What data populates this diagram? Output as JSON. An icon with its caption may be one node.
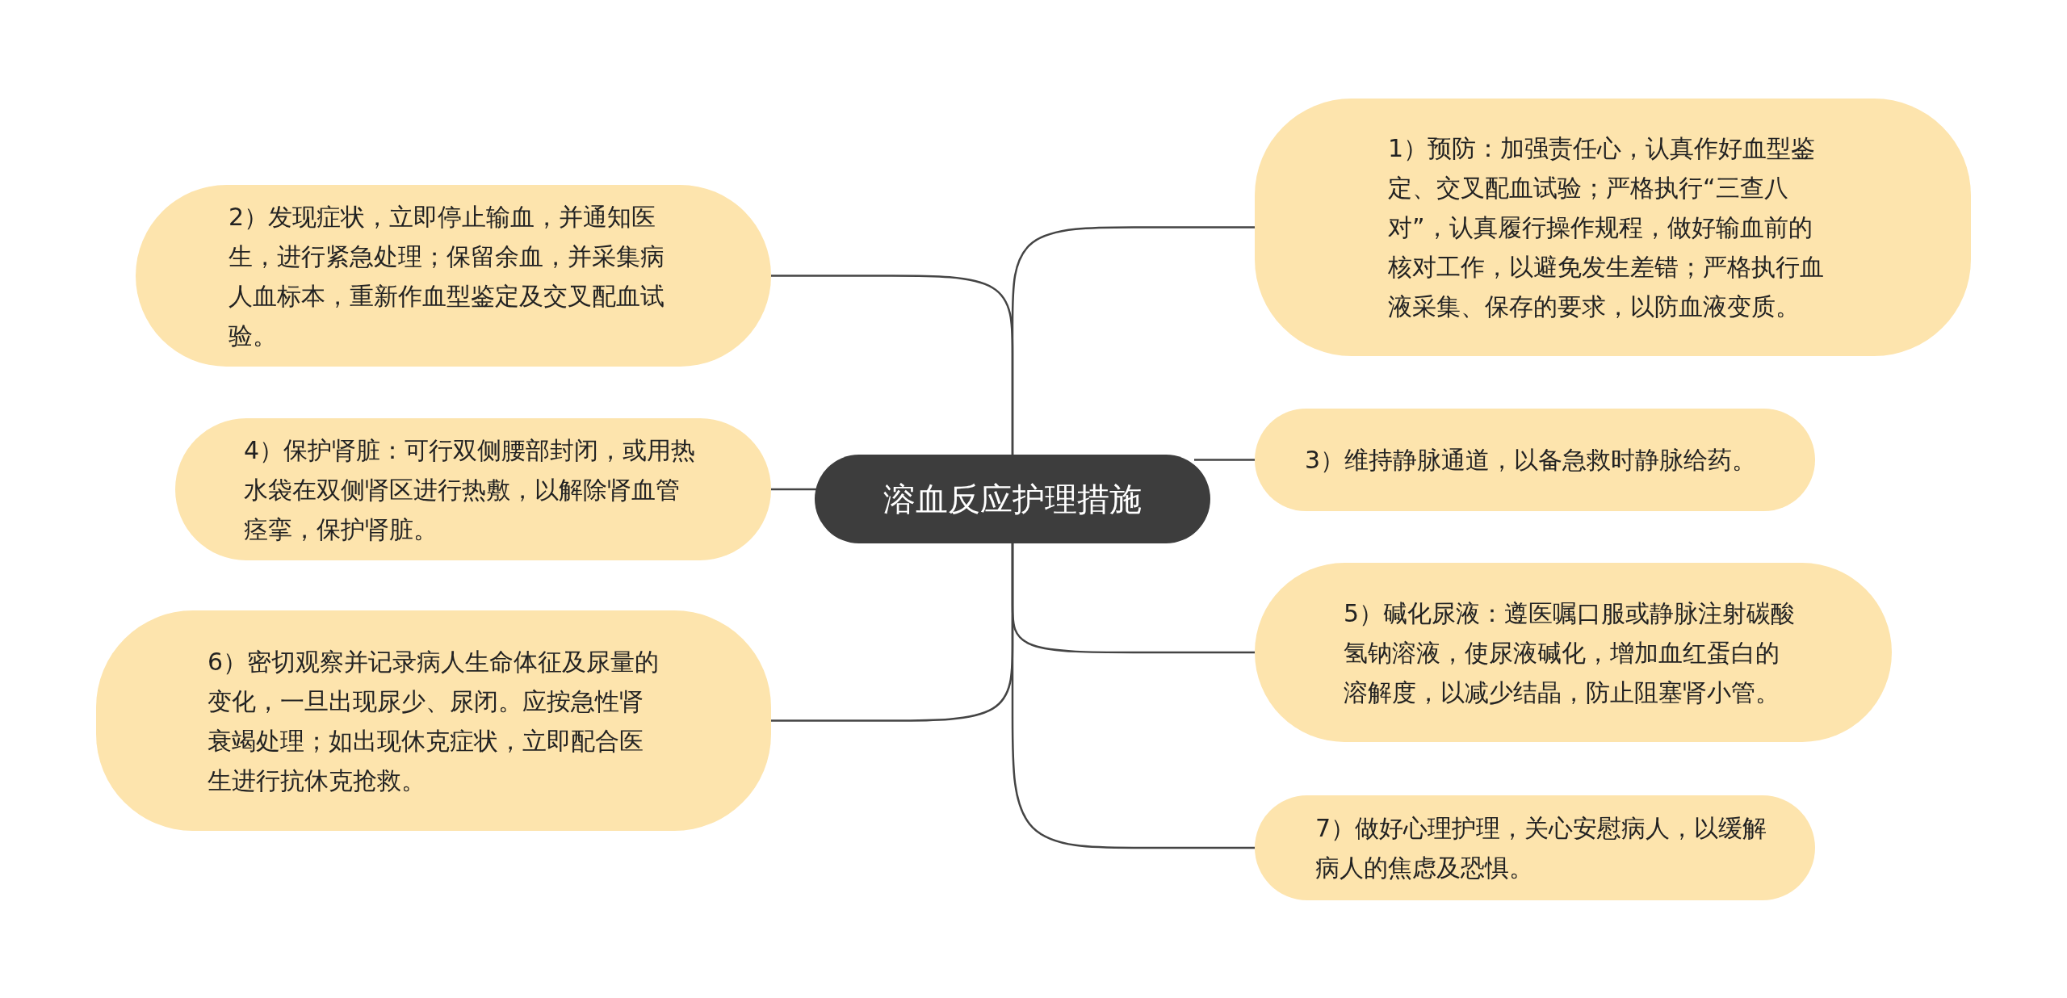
{
  "diagram": {
    "nodes": [
      {
        "text": [
          "溶血反应护理措施"
        ]
      },
      {
        "text": [
          "1）预防：加强责任心，认真作好血型鉴定、交叉配血试验；严格执行“三查八对”，认真履行操作规程，做好输血前的核对工作，以避免发生差错；严格执行血液采集、保存的要求，以防血液变质。"
        ]
      },
      {
        "text": [
          "2）发现症状，立即停止输血，并通知医生，进行紧急处理；保留余血，并采集病人血标本，重新作血型鉴定及交叉配血试验。"
        ]
      },
      {
        "text": [
          "3）维持静脉通道，以备急救时静脉给药。"
        ]
      },
      {
        "text": [
          "4）保护肾脏：可行双侧腰部封闭，或用热水袋在双侧肾区进行热敷，以解除肾血管痉挛，保护肾脏。"
        ]
      },
      {
        "text": [
          "5）碱化尿液：遵医嘱口服或静脉注射碳酸氢钠溶液，使尿液碱化，增加血红蛋白的溶解度，以减少结晶，防止阻塞肾小管。"
        ]
      },
      {
        "text": [
          "6）密切观察并记录病人生命体征及尿量的变化，一旦出现尿少、尿闭。应按急性肾衰竭处理；如出现休克症状，立即配合医生进行抗休克抢救。"
        ]
      },
      {
        "text": [
          "7）做好心理护理，关心安慰病人，以缓解病人的焦虑及恐惧。"
        ]
      }
    ],
    "edges": [
      {
        "from": 0,
        "to": 1,
        "arrow": "none"
      },
      {
        "from": 0,
        "to": 2,
        "arrow": "none"
      },
      {
        "from": 0,
        "to": 3,
        "arrow": "none"
      },
      {
        "from": 0,
        "to": 4,
        "arrow": "none"
      },
      {
        "from": 0,
        "to": 5,
        "arrow": "none"
      },
      {
        "from": 0,
        "to": 6,
        "arrow": "none"
      },
      {
        "from": 0,
        "to": 7,
        "arrow": "none"
      }
    ]
  }
}
